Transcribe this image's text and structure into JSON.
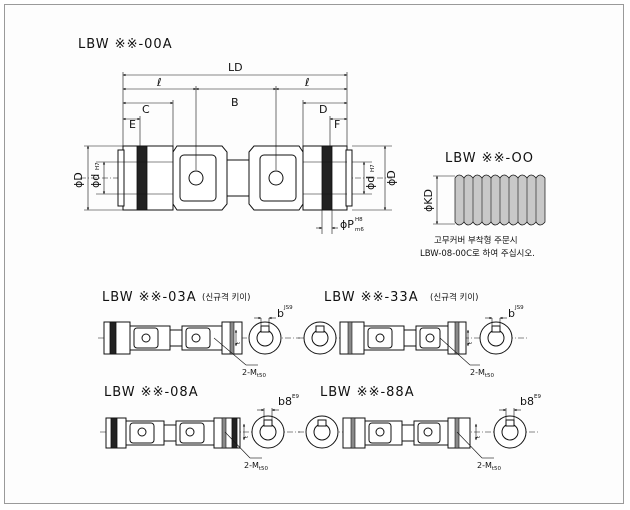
{
  "titles": {
    "main": "LBW ※※-00A",
    "boot": "LBW ※※-OO",
    "v03": "LBW ※※-03A",
    "v03_note": "(신규격 키이)",
    "v33": "LBW ※※-33A",
    "v33_note": "(신규격 키이)",
    "v08": "LBW ※※-08A",
    "v88": "LBW ※※-88A"
  },
  "dims": {
    "LD": "LD",
    "l_left": "ℓ",
    "l_right": "ℓ",
    "B": "B",
    "C": "C",
    "D": "D",
    "E": "E",
    "F": "F",
    "phiD_left": "ϕD",
    "phiD_right": "ϕD",
    "phid_left": "ϕd",
    "phid_right": "ϕd",
    "phid_sup": "H7",
    "phiP": "ϕP",
    "phiP_sup": "H8",
    "phiP_sub": "m6",
    "phiKD": "ϕKD",
    "b": "b",
    "b_sup": "JS9",
    "b8": "b8",
    "b8_sup": "E9",
    "t": "t",
    "m": "2-M",
    "m_sub": "t50"
  },
  "notes": {
    "boot_line1": "고무커버 부착형 주문시",
    "boot_line2": "LBW-08-00C로 하여 주십시오."
  }
}
